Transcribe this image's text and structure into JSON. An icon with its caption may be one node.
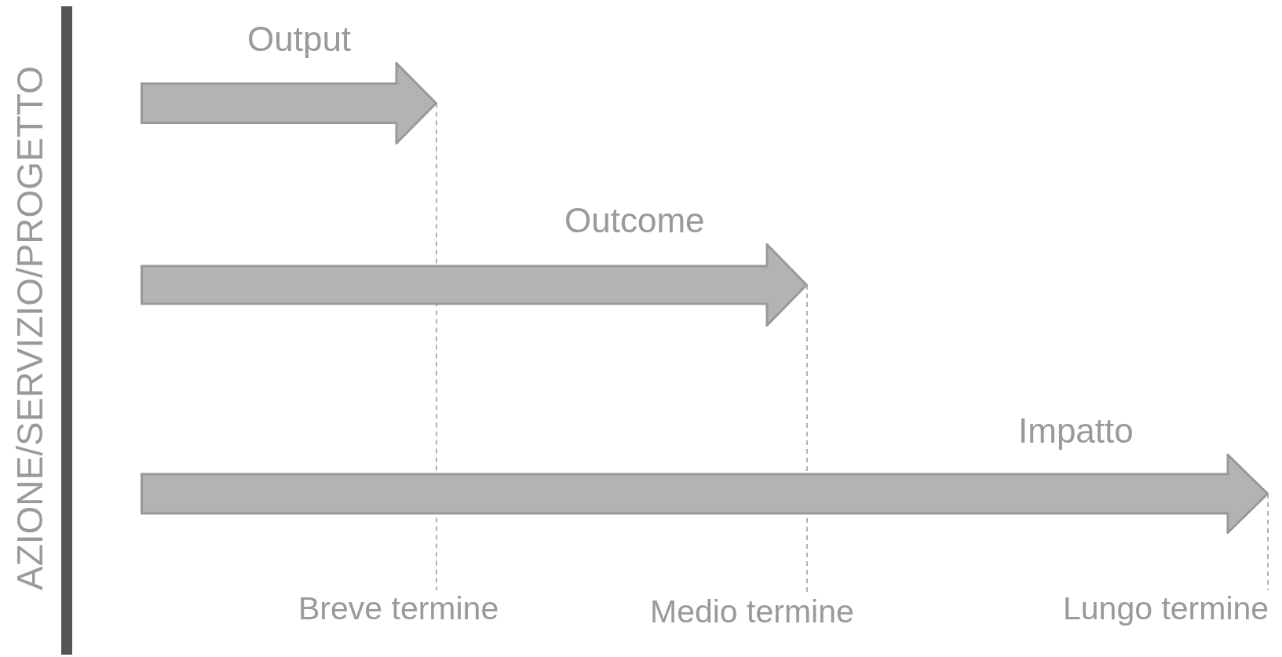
{
  "diagram": {
    "nodes": [
      {
        "text": [],
        "shape": "bar",
        "beside": [
          "AZIONE/SERVIZIO/PROGETTO"
        ]
      },
      {
        "text": [
          "Output"
        ]
      },
      {
        "text": [
          "Outcome"
        ]
      },
      {
        "text": [
          "Impatto"
        ]
      },
      {
        "text": [
          "Breve termine"
        ]
      },
      {
        "text": [
          "Medio termine"
        ]
      },
      {
        "text": [
          "Lungo termine"
        ]
      }
    ],
    "edges": [
      {
        "from": 1,
        "to": 4,
        "arrow": "none",
        "style": "dashed"
      },
      {
        "from": 2,
        "to": 5,
        "arrow": "none",
        "style": "dashed"
      },
      {
        "from": 3,
        "to": 6,
        "arrow": "none",
        "style": "dashed"
      }
    ]
  }
}
